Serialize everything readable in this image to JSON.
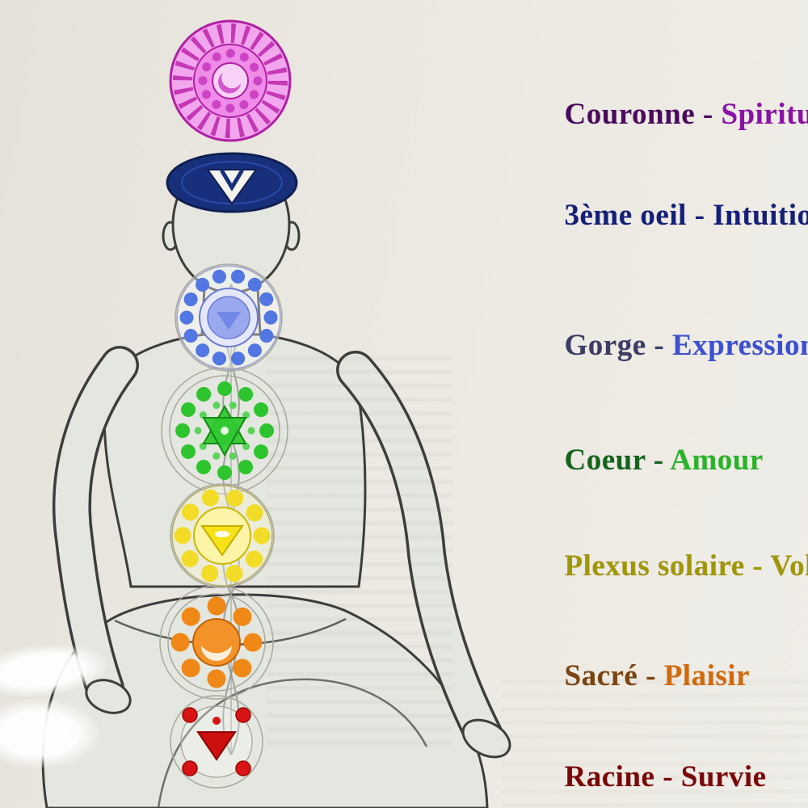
{
  "figure_title": "",
  "chakras": [
    {
      "id": "couronne",
      "name": "Couronne",
      "sep": " - ",
      "meaning": "Spiritua",
      "name_color": "#4a0a5e",
      "meaning_color": "#8a12a8",
      "symbol_color": "#e87fe0"
    },
    {
      "id": "troisieme-oeil",
      "name": "3ème oeil",
      "sep": " - ",
      "meaning": "Intuitio",
      "name_color": "#141f78",
      "meaning_color": "#141f78",
      "symbol_color": "#18307c"
    },
    {
      "id": "gorge",
      "name": "Gorge",
      "sep": " - ",
      "meaning": "Expression",
      "name_color": "#3c3c66",
      "meaning_color": "#3c50d2",
      "symbol_color": "#5276e2"
    },
    {
      "id": "coeur",
      "name": "Coeur",
      "sep": " - ",
      "meaning": "Amour",
      "name_color": "#14641c",
      "meaning_color": "#28b428",
      "symbol_color": "#30c830"
    },
    {
      "id": "plexus-solaire",
      "name": "Plexus solaire",
      "sep": " - ",
      "meaning": "Vol",
      "name_color": "#a09606",
      "meaning_color": "#a09606",
      "symbol_color": "#f2dc28"
    },
    {
      "id": "sacre",
      "name": "Sacré",
      "sep": " - ",
      "meaning": "Plaisir",
      "name_color": "#7c4410",
      "meaning_color": "#d26a0c",
      "symbol_color": "#f08818"
    },
    {
      "id": "racine",
      "name": "Racine",
      "sep": " - ",
      "meaning": "Survie",
      "name_color": "#7a0808",
      "meaning_color": "#7a0808",
      "symbol_color": "#cc1010"
    }
  ],
  "colors": {
    "background": "#ebe8e1",
    "body_fill": "#e4e7df",
    "outline": "#3d3d3b"
  }
}
